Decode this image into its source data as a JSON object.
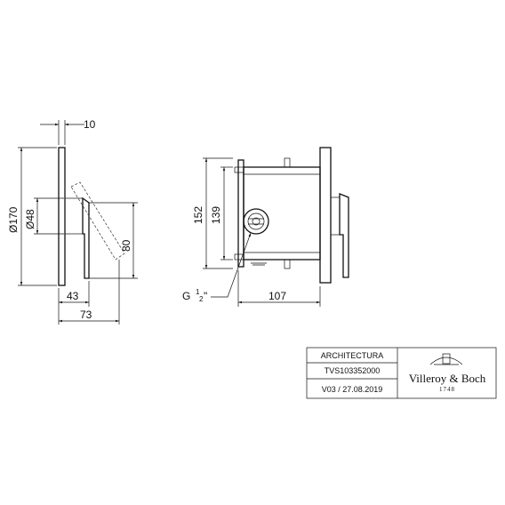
{
  "drawing": {
    "dimensions": {
      "top_width": "10",
      "diameter_plate": "Ø170",
      "diameter_inner": "Ø48",
      "depth_43": "43",
      "depth_73": "73",
      "height_80": "80",
      "height_152": "152",
      "height_139": "139",
      "thread": "G",
      "thread_fraction_num": "1",
      "thread_fraction_den": "2",
      "thread_inch": "\"",
      "width_107": "107"
    }
  },
  "title_block": {
    "product_name": "ARCHITECTURA",
    "article_number": "TVS103352000",
    "revision": "V03 / 27.08.2019",
    "brand_name": "Villeroy & Boch",
    "brand_year": "1748"
  }
}
